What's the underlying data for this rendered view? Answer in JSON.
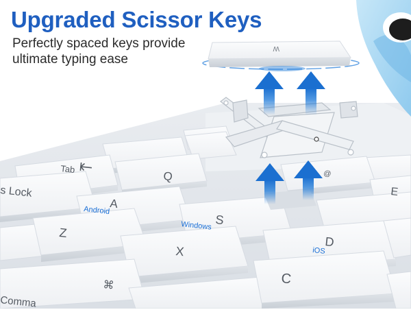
{
  "headline": {
    "title": "Upgraded Scissor Keys",
    "subtitle": "Perfectly spaced keys provide ultimate typing ease"
  },
  "keyboard": {
    "keys": {
      "w": "W",
      "tab": "Tab",
      "caps_lock": "s Lock",
      "q": "Q",
      "a": "A",
      "a_sub": "Android",
      "s": "S",
      "s_sub": "Windows",
      "z": "Z",
      "x": "X",
      "d": "D",
      "d_sub": "iOS",
      "c": "C",
      "e": "E",
      "at_sign": "@",
      "command": "Comma",
      "command_glyph": "⌘"
    }
  },
  "colors": {
    "headline": "#1f5fc0",
    "arrow_blue": "#1b78d8",
    "sub_label_blue": "#1a6fd6",
    "key_face": "#f6f7f9",
    "key_edge": "#d6dbe2",
    "key_label": "#555b63",
    "mascot_blue": "#a9d8f3"
  },
  "icons": [
    "arrow-up-icon",
    "scissor-mechanism-icon",
    "command-icon",
    "tab-arrow-icon"
  ]
}
